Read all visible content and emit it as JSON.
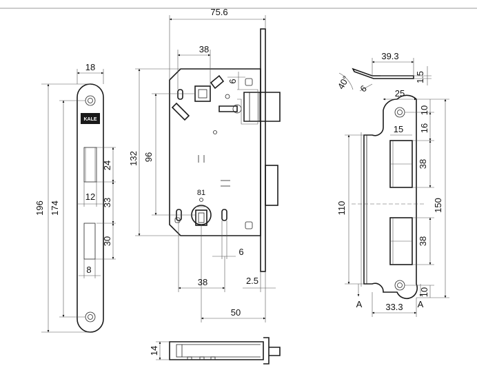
{
  "brand_logo_text": "KALE",
  "faceplate_front": {
    "width": "18",
    "length_total": "196",
    "screw_spacing": "174",
    "latch_slot_height": "24",
    "latch_slot_width": "12",
    "slot_spacing": "33",
    "bolt_slot_height": "30",
    "bolt_slot_width": "8"
  },
  "lock_body": {
    "width": "75.6",
    "top_spacing": "38",
    "handle_offset": "6",
    "height": "132",
    "follower_to_keyhole": "96",
    "keyhole_pin": "81",
    "keyhole_width": "6",
    "bottom_spacing": "38",
    "faceplate_thickness": "2.5",
    "backset": "50"
  },
  "bottom_view": {
    "thickness": "14"
  },
  "strike_plate": {
    "lip_depth": "39.3",
    "lip_angle": "40°",
    "lip_offset": "6",
    "plate_thickness": "1.5",
    "hole_spacing": "25",
    "top_margin": "10",
    "first_slot_offset": "16",
    "slot_width": "15",
    "upper_slot_height": "38",
    "inner_height": "110",
    "total_height": "150",
    "lower_slot_height": "38",
    "bottom_margin": "10",
    "width": "33.3",
    "section_label_left": "A",
    "section_label_right": "A"
  }
}
